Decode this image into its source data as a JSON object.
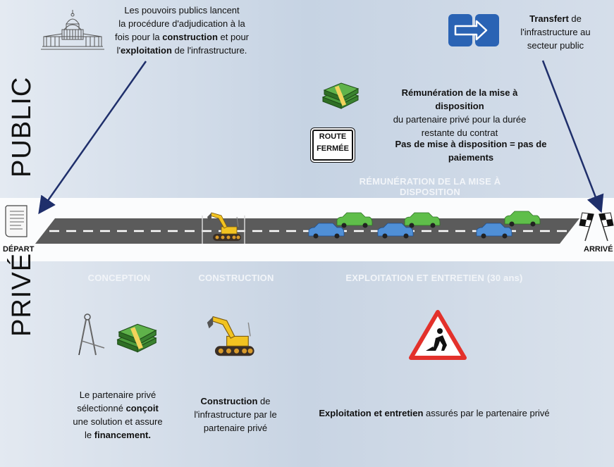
{
  "sections": {
    "public_label": "PUBLIC",
    "private_label": "PRIVÉ"
  },
  "top": {
    "procurement": {
      "line1": "Les pouvoirs publics lancent",
      "line2": "la procédure d'adjudication à la",
      "line3_pre": "fois pour la ",
      "line3_bold": "construction",
      "line3_post": " et pour",
      "line4_pre": "l'",
      "line4_bold": "exploitation",
      "line4_post": " de l'infrastructure."
    },
    "transfer": {
      "line1_bold": "Transfert",
      "line1_post": " de",
      "line2": "l'infrastructure au",
      "line3": "secteur public"
    },
    "remuneration": {
      "line1_bold": "Rémunération de la mise à disposition",
      "line2": "du partenaire privé pour la durée",
      "line3": "restante du contrat"
    },
    "no_availability": "Pas de mise à disposition = pas de paiements",
    "road_sign": {
      "line1": "ROUTE",
      "line2": "FERMÉE"
    },
    "remuneration_band": "RÉMUNÉRATION DE LA MISE À DISPOSITION"
  },
  "road": {
    "start_label": "DÉPART",
    "end_label": "ARRIVÉ"
  },
  "phases": {
    "conception": "CONCEPTION",
    "construction": "CONSTRUCTION",
    "operation": "EXPLOITATION ET ENTRETIEN (30 ans)"
  },
  "bottom": {
    "conception_desc": {
      "line1": "Le partenaire privé",
      "line2_pre": "sélectionné ",
      "line2_bold": "conçoit",
      "line3": "une solution et assure",
      "line4_pre": "le ",
      "line4_bold": "financement."
    },
    "construction_desc": {
      "line1_bold": "Construction",
      "line1_post": " de",
      "line2": "l'infrastructure par le",
      "line3": "partenaire privé"
    },
    "operation_desc": {
      "bold": "Exploitation et entretien",
      "post": " assurés par le partenaire privé"
    }
  },
  "colors": {
    "arrow": "#1f2f6b",
    "road": "#5b5b5b",
    "car_green": "#5fbe4a",
    "car_blue": "#4f8fd6",
    "transfer_icon": "#2a63b4",
    "excavator": "#f2c321",
    "money": "#3f8f33",
    "warning_red": "#e3312b"
  },
  "icons": {
    "capitol": "capitol-icon",
    "transfer": "transfer-icon",
    "money": "money-icon",
    "document": "document-icon",
    "flags": "checkered-flags-icon",
    "excavator": "excavator-icon",
    "compass": "compass-icon",
    "roadwork": "roadwork-sign-icon"
  }
}
